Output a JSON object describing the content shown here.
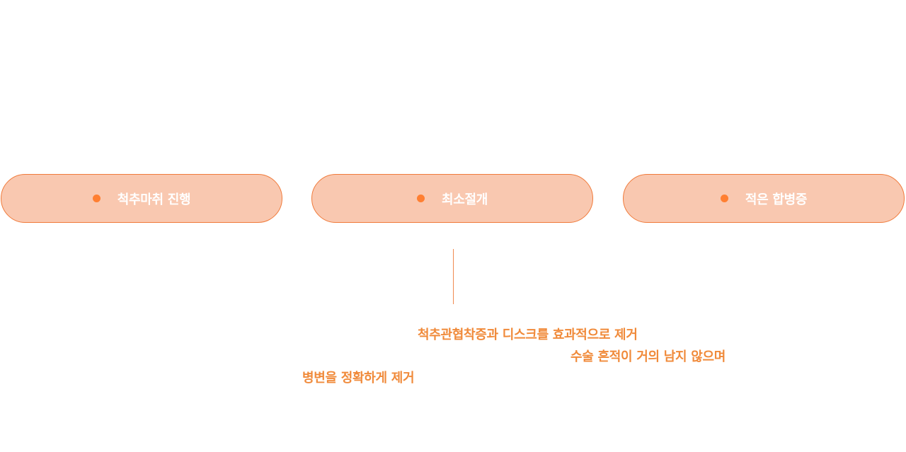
{
  "colors": {
    "pill_fill": "#f9c8b0",
    "pill_border": "#f07a3a",
    "dot": "#ff7f32",
    "pill_text": "#ffffff",
    "desc_text": "#f08a3a",
    "connector": "#f08a50"
  },
  "pills": [
    {
      "label": "척추마취 진행"
    },
    {
      "label": "최소절개"
    },
    {
      "label": "적은 합병증"
    }
  ],
  "descriptions": [
    "척추관협착증과 디스크를 효과적으로 제거",
    "수술 흔적이 거의 남지 않으며",
    "병변을 정확하게 제거"
  ]
}
